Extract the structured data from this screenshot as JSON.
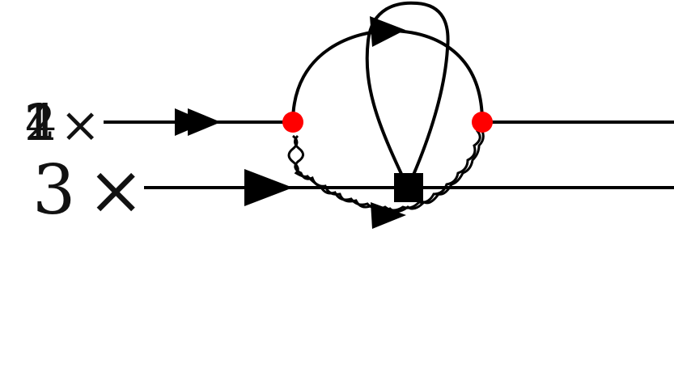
{
  "labels": {
    "top_digit_a": "1",
    "top_digit_b": "2",
    "top_digit_c": "4",
    "top_times": "×",
    "bottom_digit": "3",
    "bottom_times": "×"
  },
  "colors": {
    "line": "#000000",
    "vertex_red": "#ff0000",
    "square": "#000000"
  }
}
